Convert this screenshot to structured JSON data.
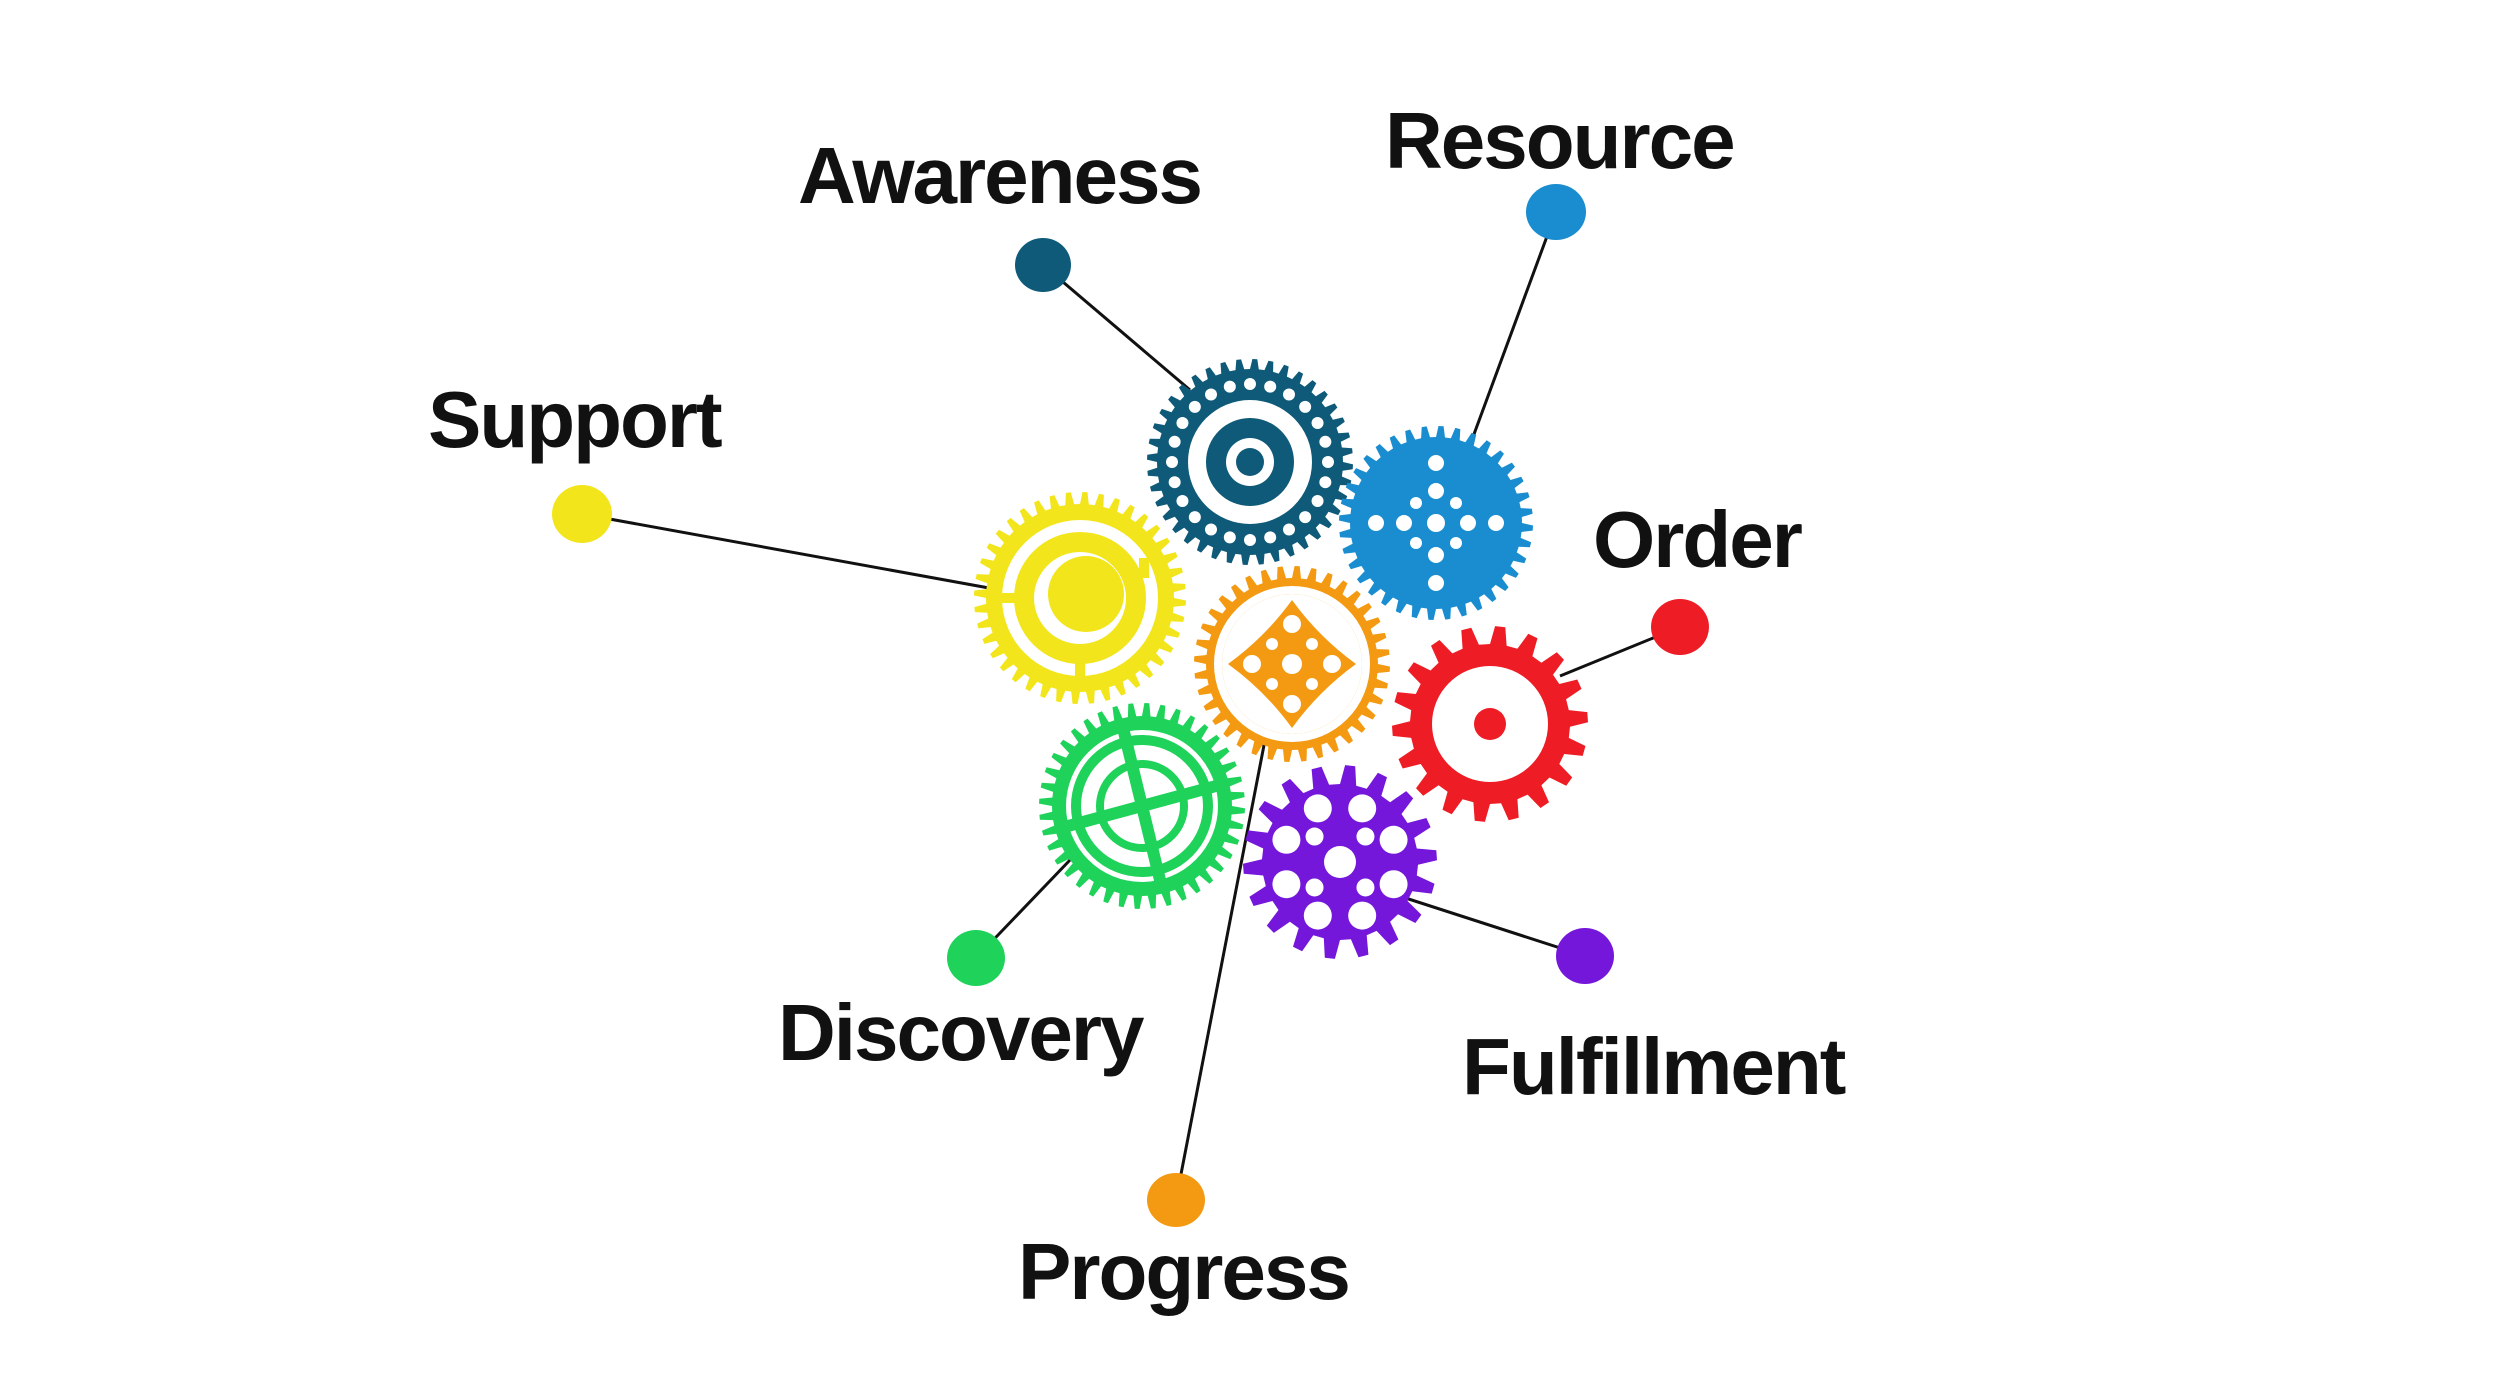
{
  "diagram": {
    "nodes": [
      {
        "id": "awareness",
        "label": "Awareness",
        "color": "#0E5A78",
        "icon": "gear-ring-dots-icon"
      },
      {
        "id": "resource",
        "label": "Resource",
        "color": "#1A8DD0",
        "icon": "gear-dotted-cross-icon"
      },
      {
        "id": "support",
        "label": "Support",
        "color": "#F2E51C",
        "icon": "gear-split-ring-icon"
      },
      {
        "id": "order",
        "label": "Order",
        "color": "#EE1C24",
        "icon": "gear-ring-center-dot-icon"
      },
      {
        "id": "progress",
        "label": "Progress",
        "color": "#F39A12",
        "icon": "gear-concave-diamond-icon"
      },
      {
        "id": "discovery",
        "label": "Discovery",
        "color": "#1FD25A",
        "icon": "gear-crosshair-icon"
      },
      {
        "id": "fulfillment",
        "label": "Fulfillment",
        "color": "#7417DA",
        "icon": "gear-dot-pattern-icon"
      }
    ]
  }
}
